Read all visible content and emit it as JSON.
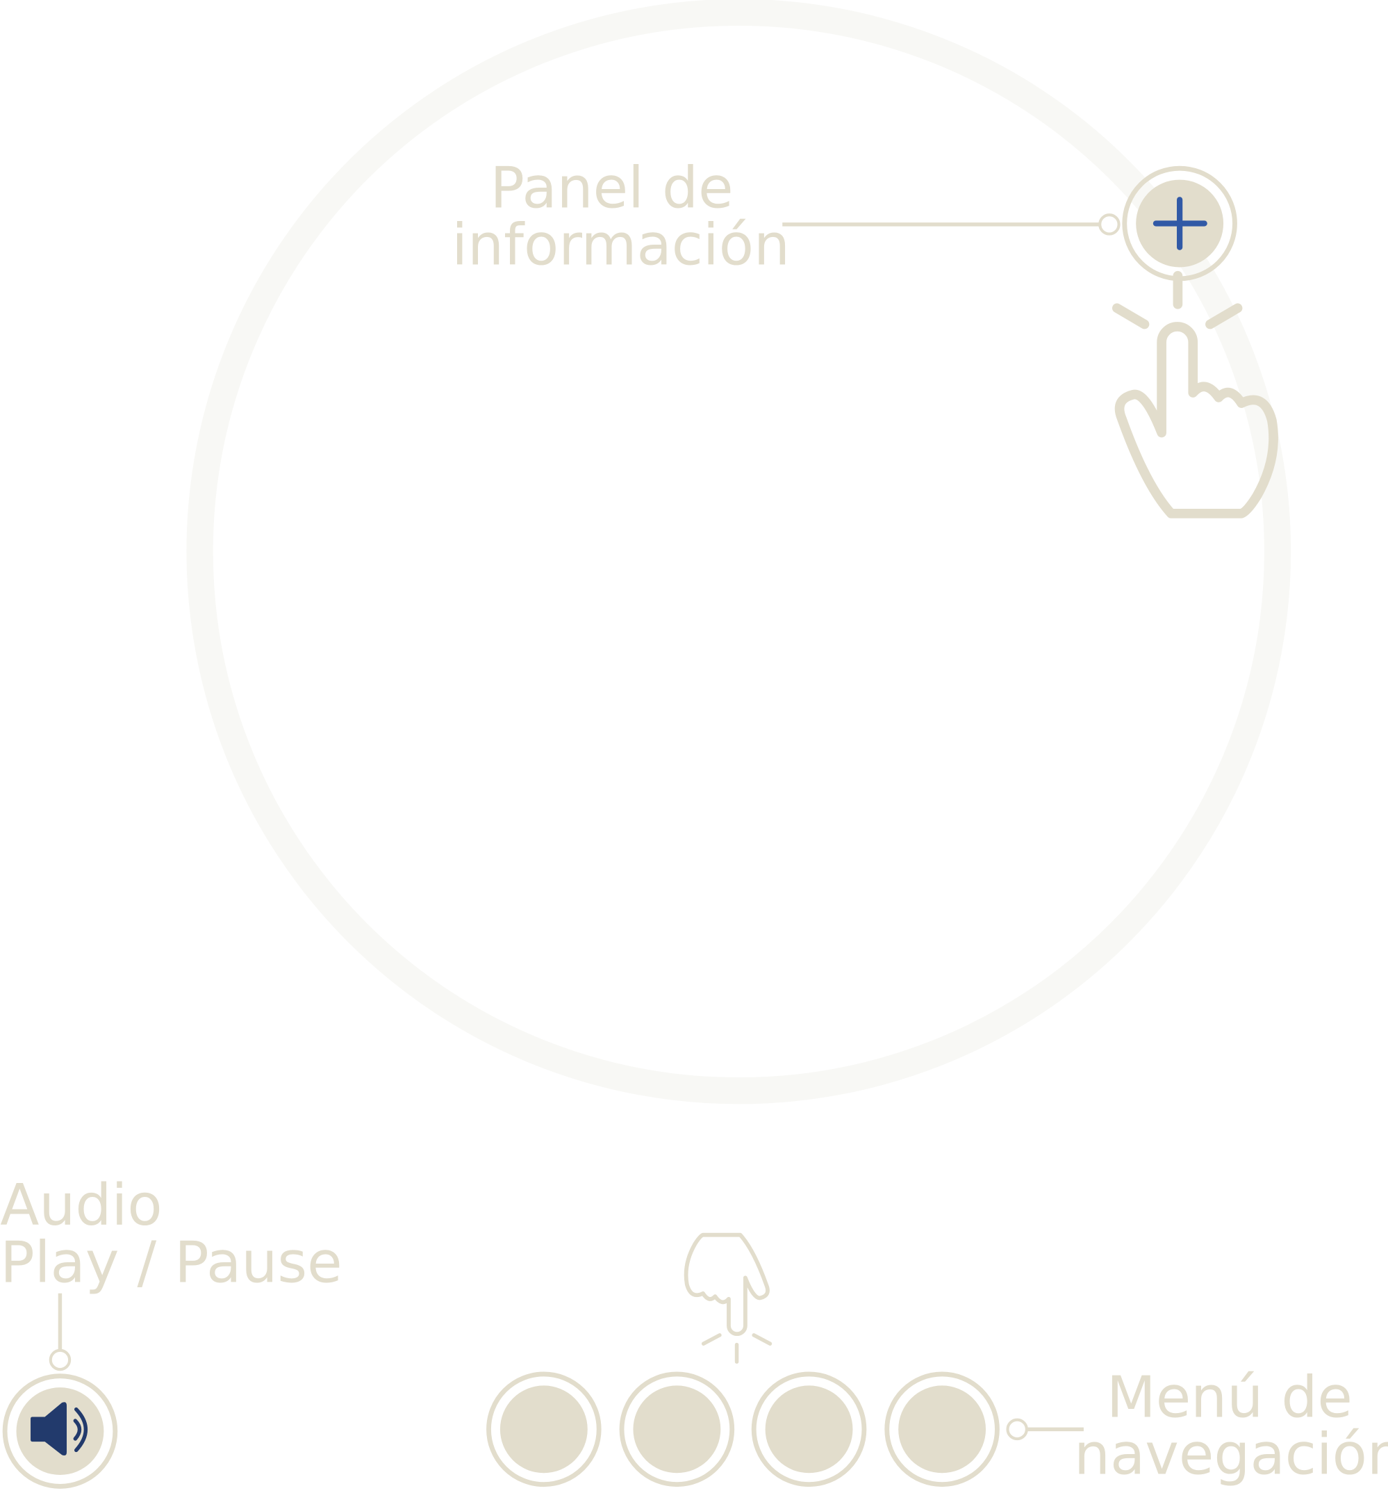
{
  "info_panel": {
    "label_line1": "Panel de",
    "label_line2": "información",
    "icon": "plus-icon"
  },
  "audio": {
    "label_line1": "Audio",
    "label_line2": "Play / Pause",
    "icon": "speaker-icon"
  },
  "nav_menu": {
    "label_line1": "Menú de",
    "label_line2": "navegación",
    "items": 4
  },
  "colors": {
    "beige": "#e2ddcc",
    "plus_blue": "#3159a6",
    "speaker_navy": "#223a6c",
    "ring": "#f8f8f5"
  }
}
